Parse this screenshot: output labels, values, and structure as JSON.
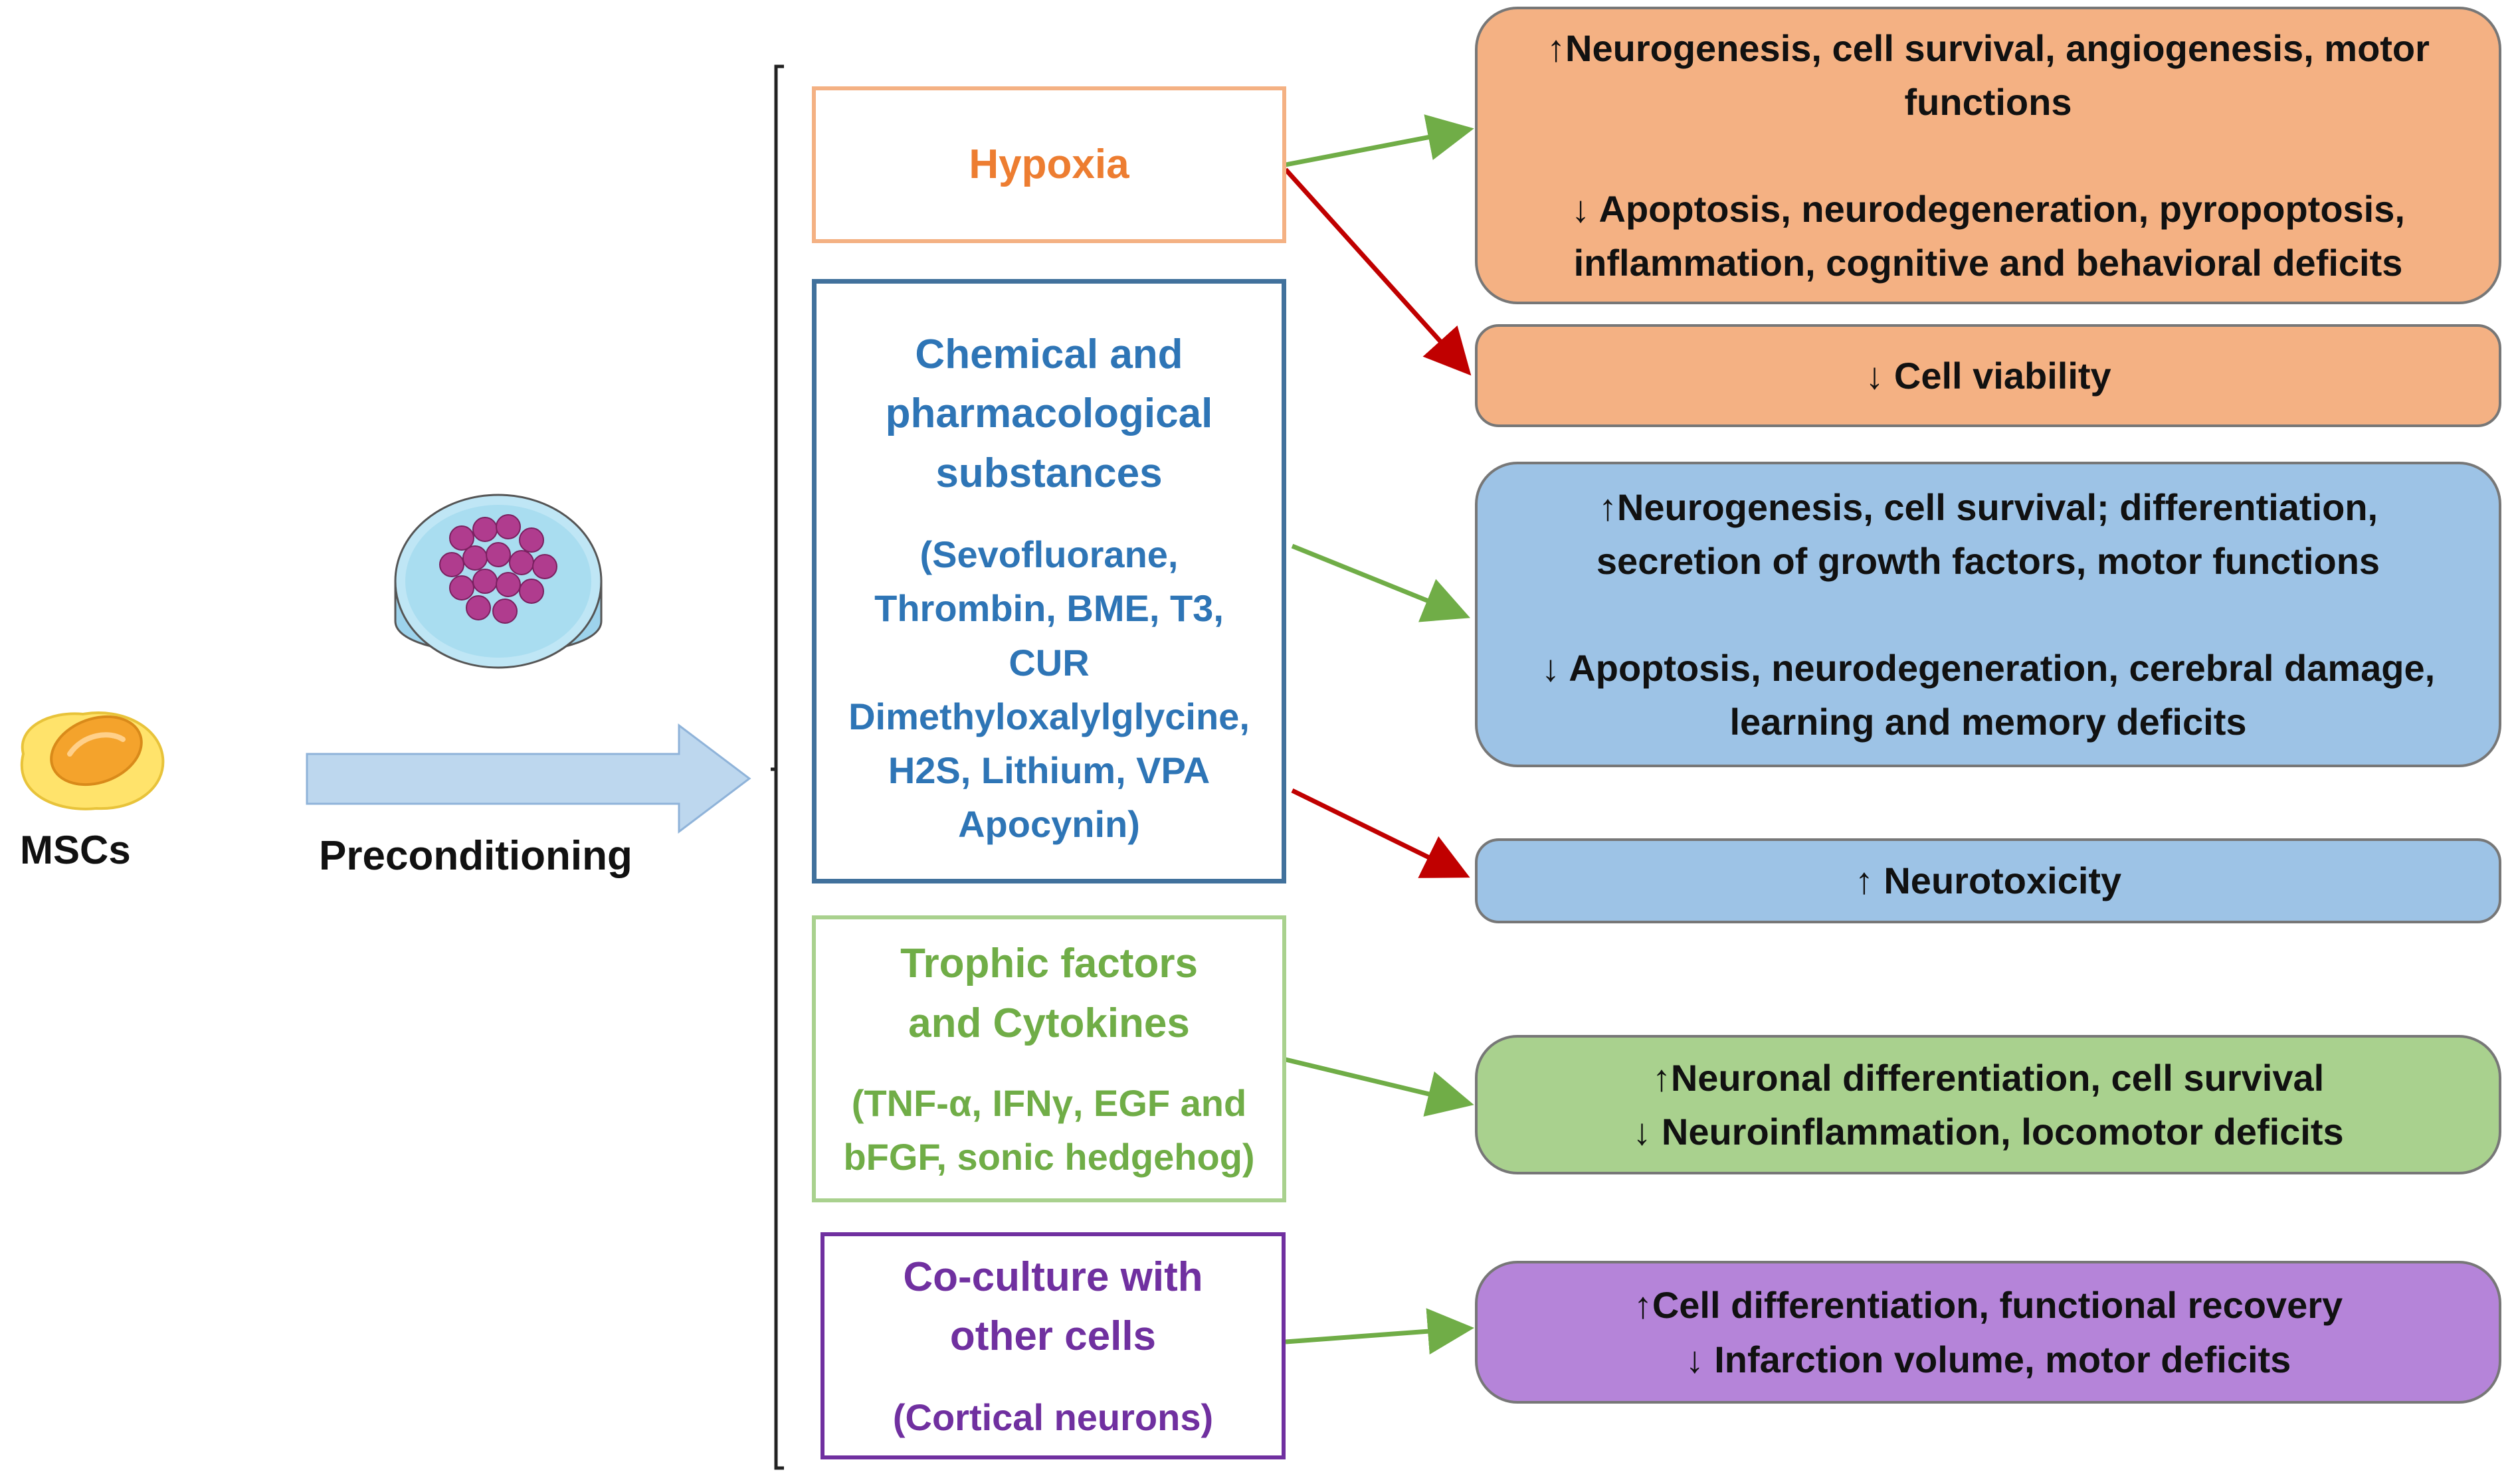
{
  "left": {
    "msc_label": "MSCs",
    "preconditioning_label": "Preconditioning"
  },
  "methods": [
    {
      "key": "hypoxia",
      "title": "Hypoxia",
      "detail": "",
      "color": "#ED7D31",
      "border": "#F4B183"
    },
    {
      "key": "chemical",
      "title_lines": [
        "Chemical and",
        "pharmacological",
        "substances"
      ],
      "detail_lines": [
        "(Sevofluorane,",
        "Thrombin,  BME, T3,",
        "CUR",
        "Dimethyloxalylglycine,",
        "H2S, Lithium,  VPA",
        "Apocynin)"
      ],
      "color": "#2E75B6",
      "border": "#41719C"
    },
    {
      "key": "trophic",
      "title_lines": [
        "Trophic factors",
        "and Cytokines"
      ],
      "detail_lines": [
        "(TNF-α, IFNγ, EGF and",
        "bFGF, sonic hedgehog)"
      ],
      "color": "#70AD47",
      "border": "#A9D18E"
    },
    {
      "key": "coculture",
      "title_lines": [
        "Co-culture with",
        "other cells"
      ],
      "detail_lines": [
        "(Cortical  neurons)"
      ],
      "color": "#7030A0",
      "border": "#7030A0"
    }
  ],
  "outcomes": [
    {
      "key": "hypoxia-positive",
      "lines": [
        "↑Neurogenesis, cell survival, angiogenesis, motor",
        "functions",
        "",
        "↓ Apoptosis, neurodegeneration, pyropoptosis,",
        "inflammation, cognitive and behavioral deficits"
      ],
      "fill": "#F4B183"
    },
    {
      "key": "hypoxia-negative",
      "lines": [
        "↓ Cell viability"
      ],
      "fill": "#F4B183"
    },
    {
      "key": "chemical-positive",
      "lines": [
        "↑Neurogenesis, cell survival; differentiation,",
        "secretion of growth factors, motor functions",
        "",
        "↓ Apoptosis, neurodegeneration, cerebral damage,",
        "learning and memory deficits"
      ],
      "fill": "#9DC3E6"
    },
    {
      "key": "chemical-negative",
      "lines": [
        "↑ Neurotoxicity"
      ],
      "fill": "#9DC3E6"
    },
    {
      "key": "trophic-positive",
      "lines": [
        "↑Neuronal differentiation, cell survival",
        "↓ Neuroinflammation,  locomotor deficits"
      ],
      "fill": "#A9D18E"
    },
    {
      "key": "coculture-positive",
      "lines": [
        "↑Cell differentiation,  functional  recovery",
        "↓ Infarction volume, motor deficits"
      ],
      "fill": "#B584D9"
    }
  ],
  "arrow_colors": {
    "positive": "#70AD47",
    "negative": "#C00000",
    "process": "#BDD7EE"
  }
}
